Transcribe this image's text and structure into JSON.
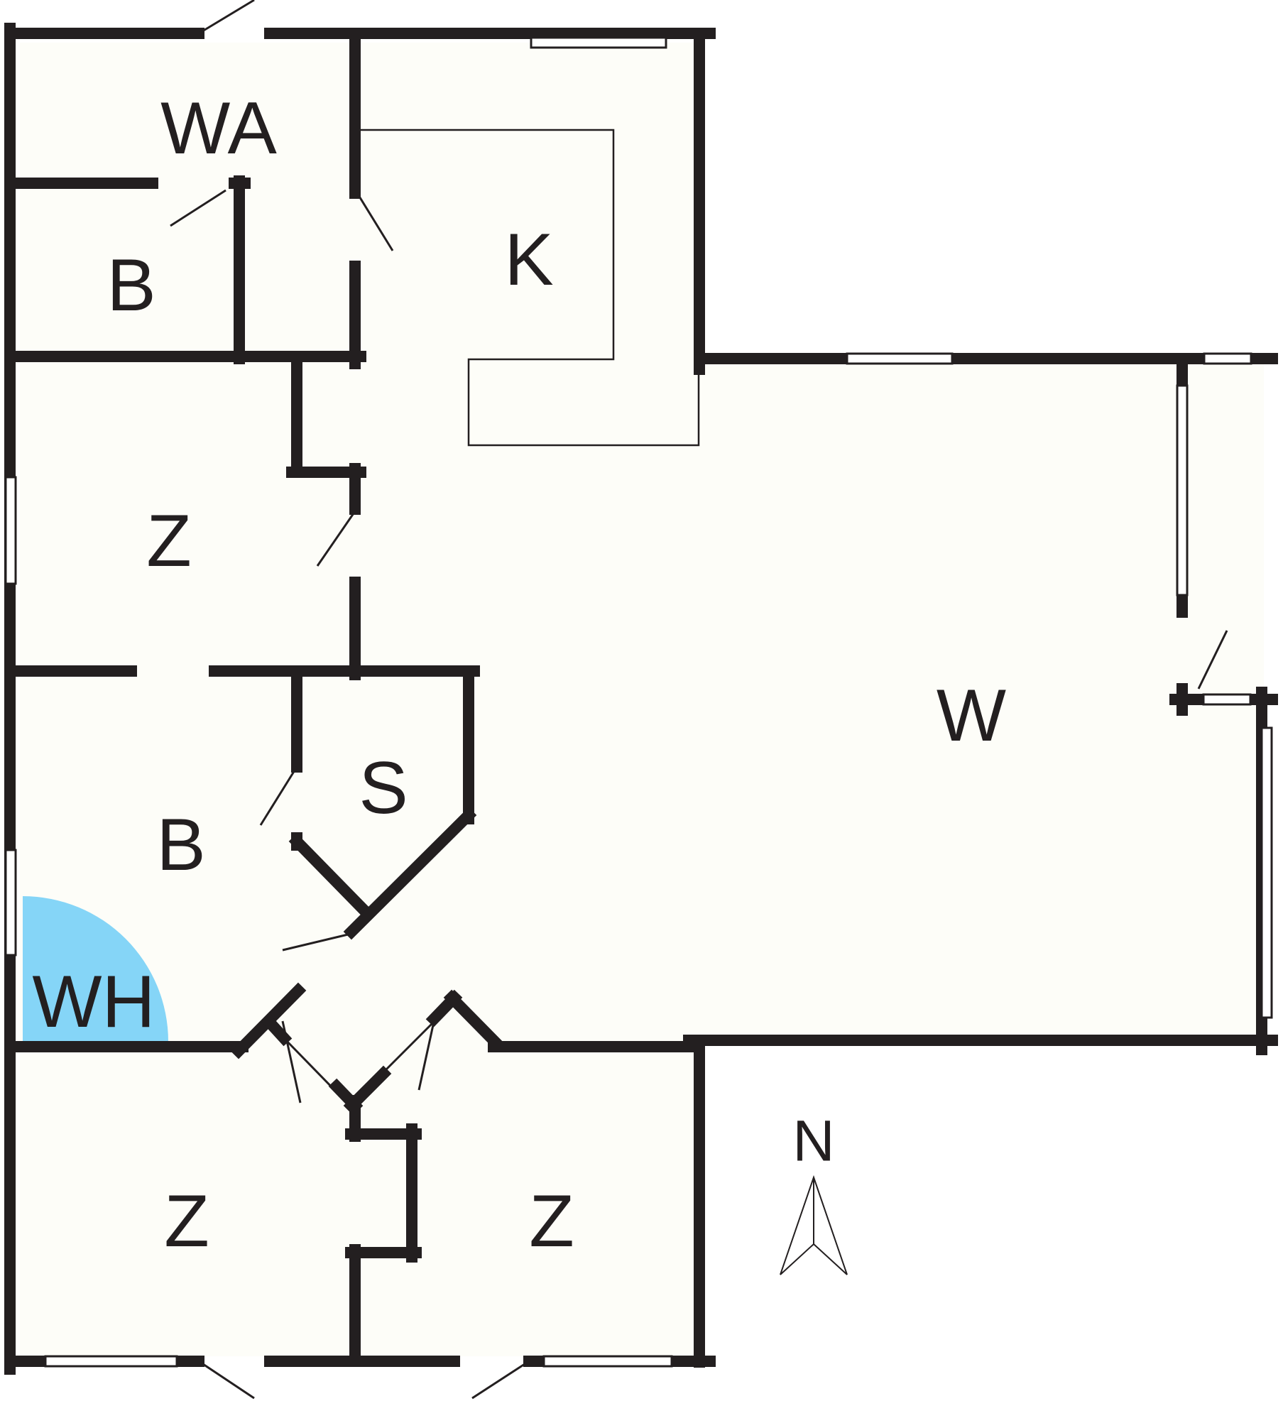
{
  "plan": {
    "colors": {
      "floor": "#fdfdf8",
      "wall": "#231f20",
      "window": "#ffffff",
      "hot_tub": "#85d5f7"
    },
    "rooms": {
      "wa": "WA",
      "b_small": "B",
      "k": "K",
      "z_upper": "Z",
      "w": "W",
      "b_large": "B",
      "s": "S",
      "wh": "WH",
      "z_lower_left": "Z",
      "z_lower_right": "Z"
    },
    "compass": {
      "label": "N",
      "icon": "north-arrow-icon"
    }
  }
}
